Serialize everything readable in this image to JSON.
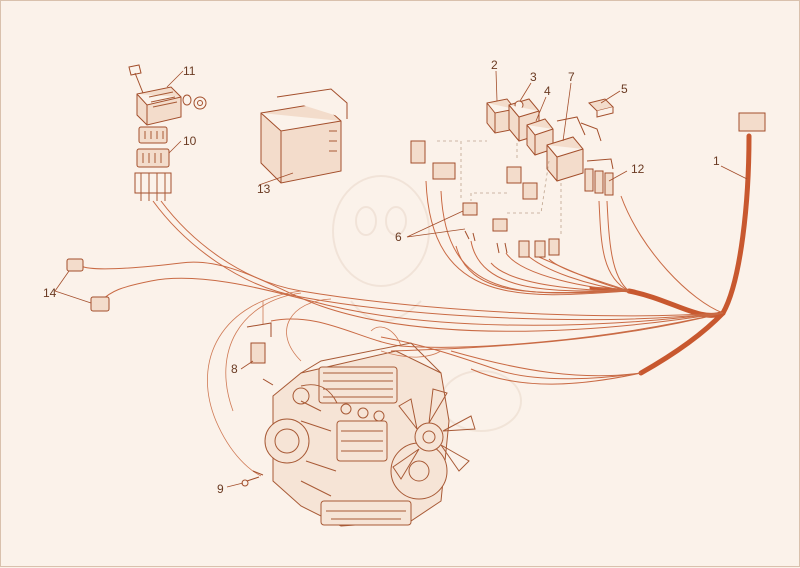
{
  "callouts": [
    {
      "id": "1",
      "text": "1"
    },
    {
      "id": "2",
      "text": "2"
    },
    {
      "id": "3",
      "text": "3"
    },
    {
      "id": "4",
      "text": "4"
    },
    {
      "id": "5",
      "text": "5"
    },
    {
      "id": "6",
      "text": "6"
    },
    {
      "id": "7",
      "text": "7"
    },
    {
      "id": "8",
      "text": "8"
    },
    {
      "id": "9",
      "text": "9"
    },
    {
      "id": "10",
      "text": "10"
    },
    {
      "id": "11",
      "text": "11"
    },
    {
      "id": "12",
      "text": "12"
    },
    {
      "id": "13",
      "text": "13"
    },
    {
      "id": "14",
      "text": "14"
    }
  ],
  "colors": {
    "background": "#fbf2ea",
    "line": "#a34f2c",
    "wire": "#c96a44",
    "loom": "#c8582f"
  }
}
